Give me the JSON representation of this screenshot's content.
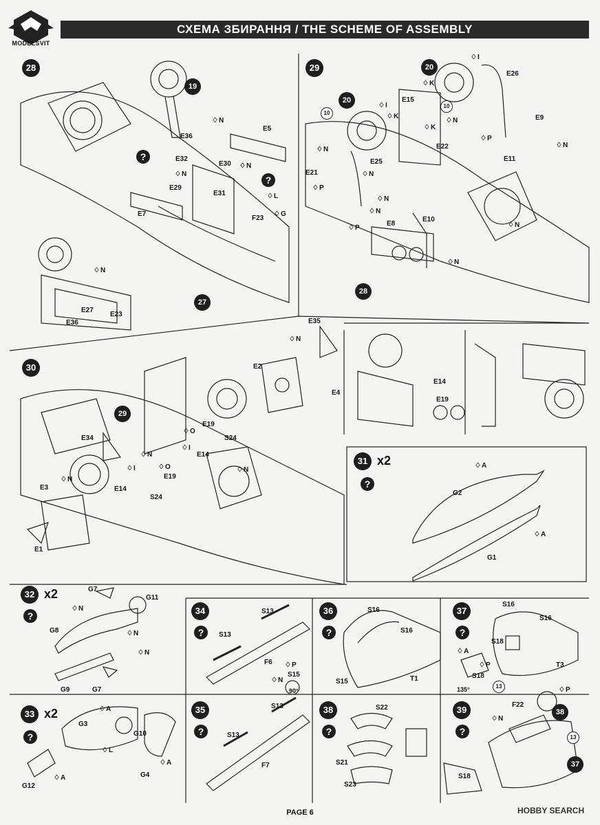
{
  "header": {
    "brand": "MODELSVIT",
    "title": "СХЕМА ЗБИРАННЯ / THE SCHEME OF ASSEMBLY"
  },
  "footer": {
    "page": "PAGE 6",
    "watermark": "HOBBY SEARCH"
  },
  "steps": {
    "s28": {
      "number": "28",
      "labels": [
        "19",
        "E36",
        "E5",
        "E32",
        "E30",
        "E29",
        "E31",
        "E7",
        "F23",
        "E27",
        "E23",
        "E36",
        "27"
      ],
      "drops": [
        "N",
        "N",
        "N",
        "L",
        "G",
        "N"
      ]
    },
    "s29": {
      "number": "29",
      "labels": [
        "20",
        "E26",
        "E15",
        "10",
        "10",
        "20",
        "E9",
        "E22",
        "E25",
        "E11",
        "E21",
        "E8",
        "E10",
        "28"
      ],
      "drops": [
        "I",
        "K",
        "K",
        "N",
        "P",
        "N",
        "N",
        "I",
        "K",
        "N",
        "P",
        "N",
        "P",
        "N",
        "N",
        "N"
      ]
    },
    "s30": {
      "number": "30",
      "labels": [
        "E35",
        "E2",
        "E4",
        "29",
        "E19",
        "E34",
        "S24",
        "E14",
        "E19",
        "E3",
        "E14",
        "S24",
        "E1"
      ],
      "drops": [
        "N",
        "O",
        "I",
        "N",
        "I",
        "O",
        "N",
        "N"
      ]
    },
    "inset": {
      "labels": [
        "E14",
        "E19"
      ]
    },
    "s31": {
      "number": "31",
      "mult": "x2",
      "labels": [
        "G2",
        "G1"
      ],
      "drops": [
        "A",
        "A"
      ]
    },
    "s32": {
      "number": "32",
      "mult": "x2",
      "labels": [
        "G7",
        "G11",
        "G8",
        "G9",
        "G7"
      ],
      "drops": [
        "N",
        "N",
        "N"
      ]
    },
    "s33": {
      "number": "33",
      "mult": "x2",
      "labels": [
        "G3",
        "G10",
        "G4",
        "G12"
      ],
      "drops": [
        "A",
        "L",
        "A",
        "A"
      ]
    },
    "s34": {
      "number": "34",
      "labels": [
        "S13",
        "S13",
        "F6",
        "S15"
      ],
      "drops": [
        "P",
        "N"
      ],
      "angle": "90°"
    },
    "s35": {
      "number": "35",
      "labels": [
        "S13",
        "S13",
        "F7"
      ]
    },
    "s36": {
      "number": "36",
      "labels": [
        "S16",
        "S16",
        "S15",
        "T1"
      ]
    },
    "s37": {
      "number": "37",
      "labels": [
        "S16",
        "S16",
        "S18",
        "T3",
        "S18",
        "13"
      ],
      "drops": [
        "A",
        "P"
      ],
      "angle": "135°"
    },
    "s38": {
      "number": "38",
      "labels": [
        "S22",
        "S21",
        "S23",
        "S18"
      ]
    },
    "s39": {
      "number": "39",
      "labels": [
        "F22",
        "38",
        "13",
        "37"
      ],
      "drops": [
        "P",
        "N"
      ]
    }
  },
  "icons": [
    "question-icon",
    "glue-drop-icon",
    "logo-icon"
  ]
}
